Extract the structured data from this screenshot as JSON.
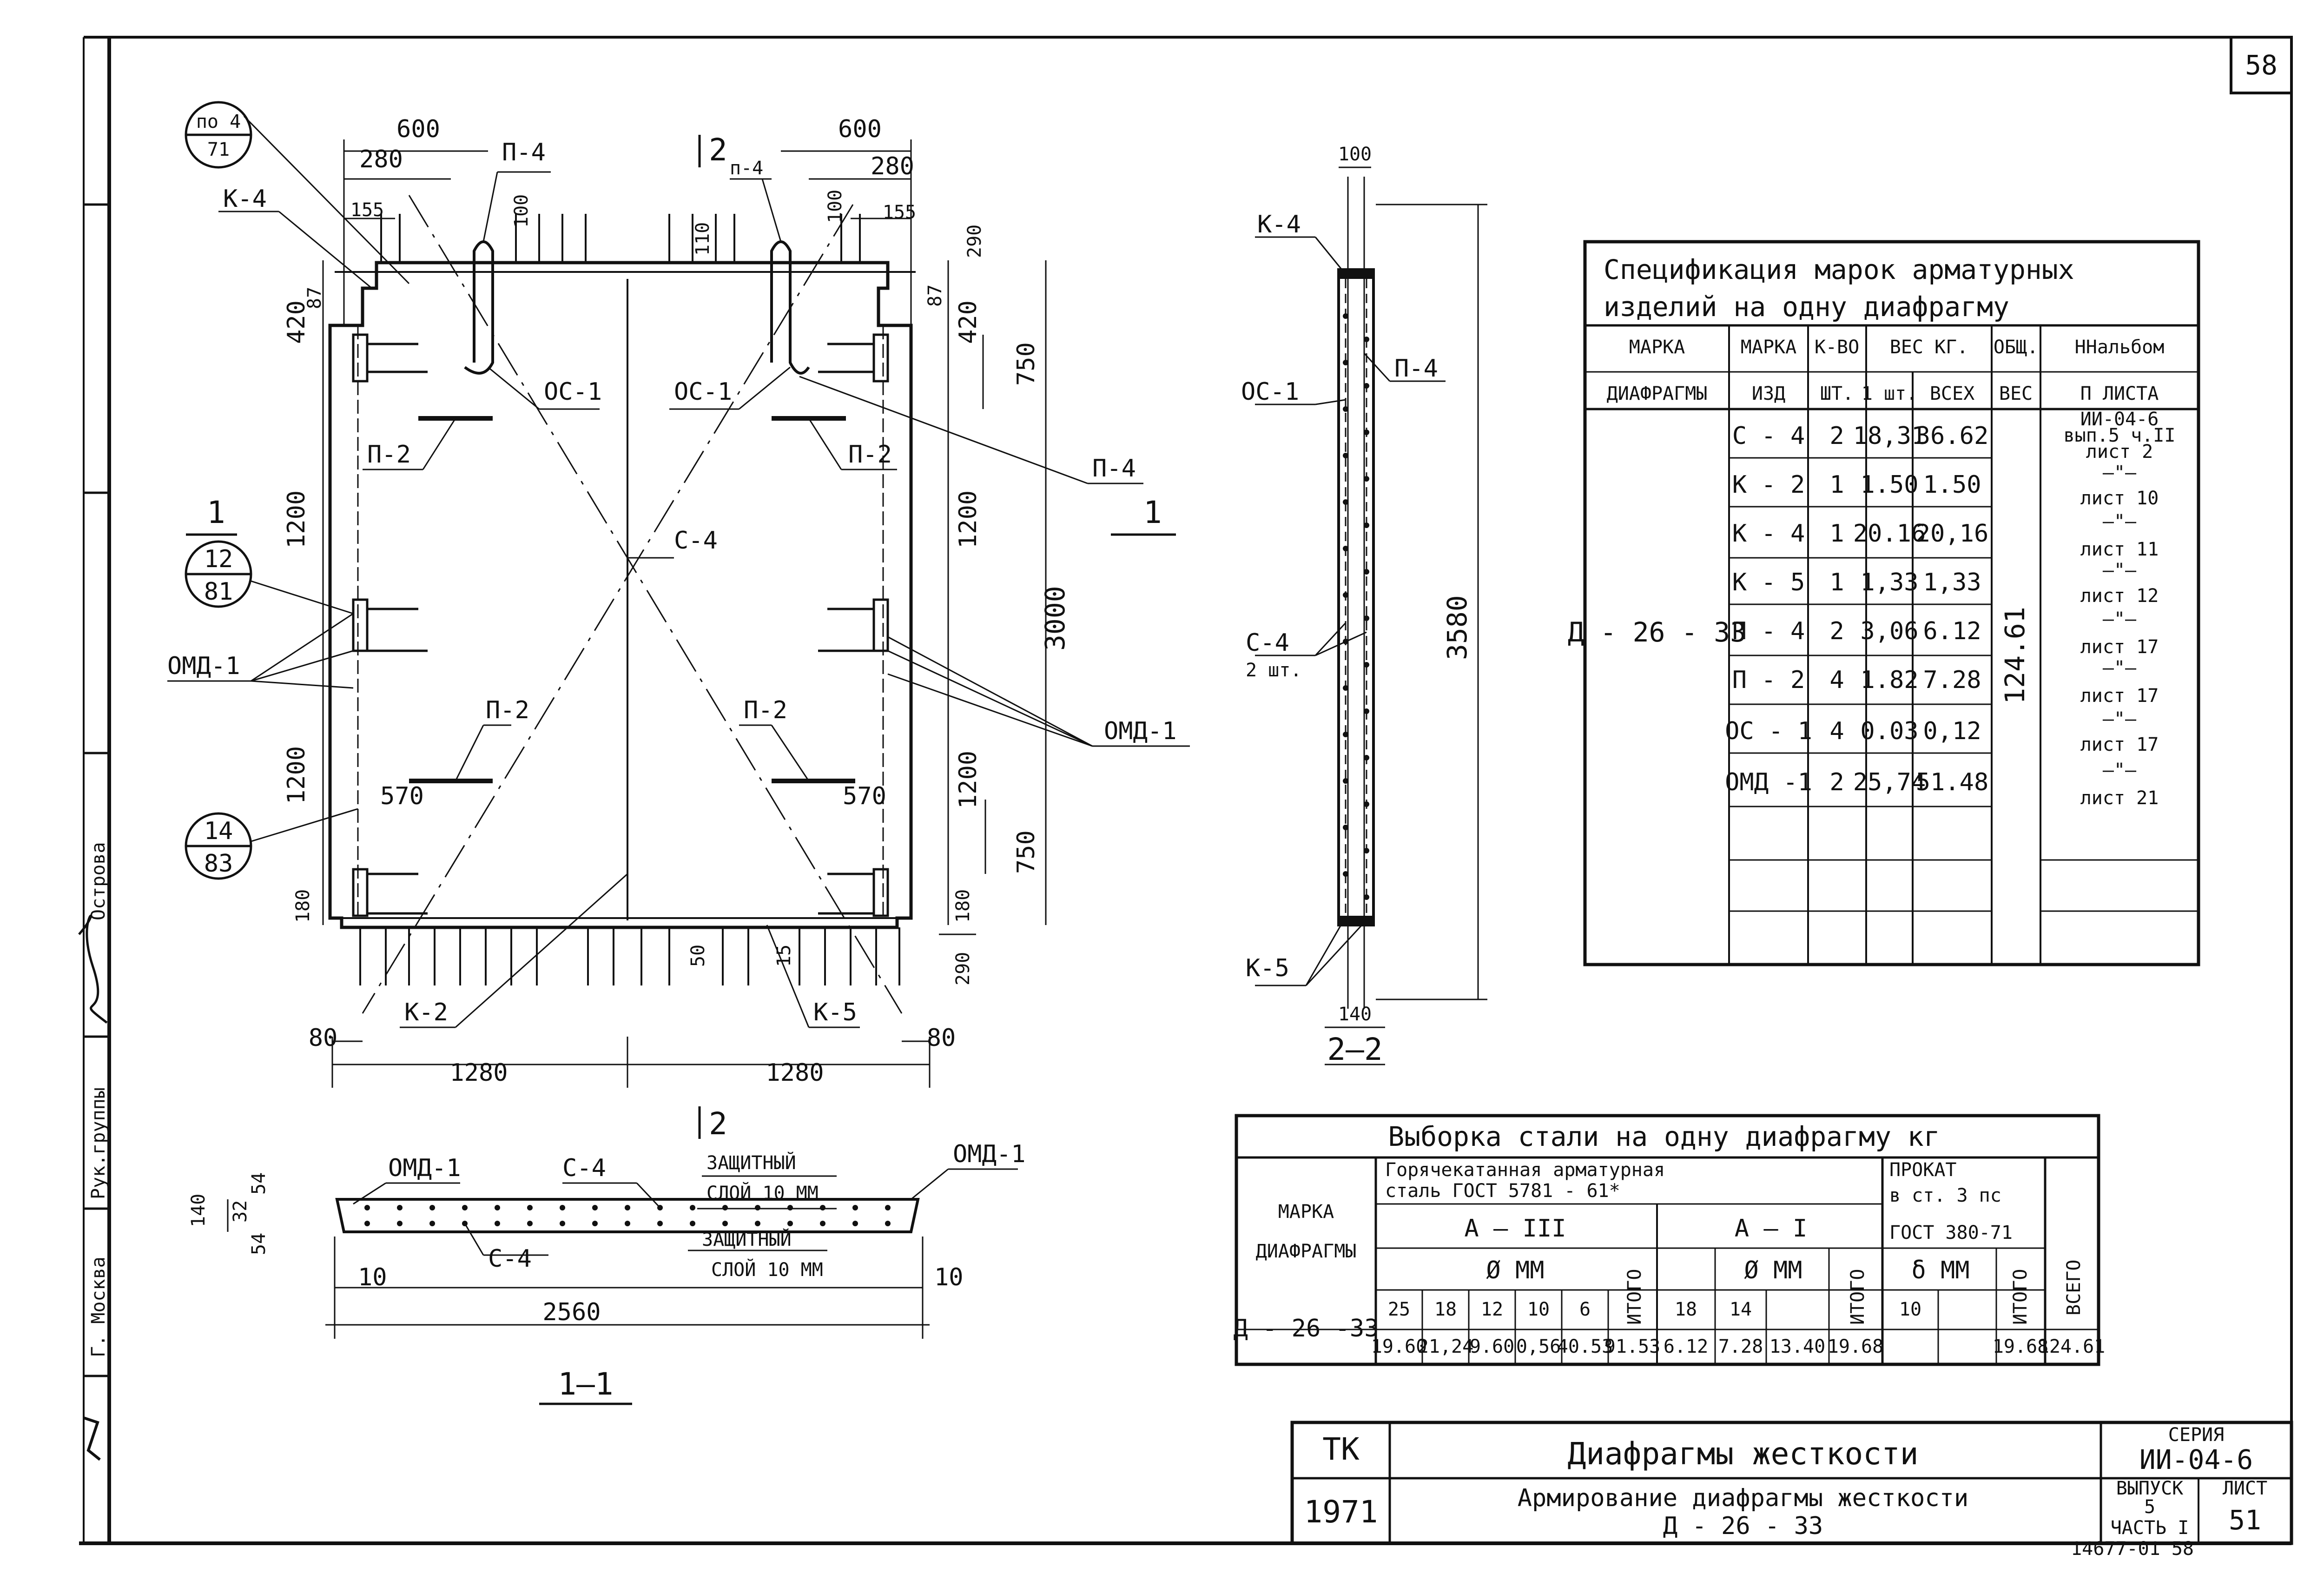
{
  "sheet_number": "58",
  "side_stamp": {
    "ostrova": "Острова",
    "ruk_gruppy": "Рук.группы",
    "moskva": "Г. Москва"
  },
  "plan": {
    "top_dims": [
      "600",
      "280",
      "155",
      "100",
      "600",
      "280",
      "155",
      "100"
    ],
    "left_dims": [
      "87",
      "420",
      "1200",
      "1200",
      "180"
    ],
    "right_dims": [
      "290",
      "87",
      "420",
      "750",
      "1200",
      "3000",
      "1200",
      "750",
      "180",
      "290"
    ],
    "inner_dims": [
      "110",
      "570",
      "570",
      "50",
      "15"
    ],
    "bottom_dims": [
      "80",
      "1280",
      "1280",
      "80"
    ],
    "section_2": "2",
    "section_1": "1",
    "callout_top": {
      "top": "по 4",
      "bottom": "71"
    },
    "callout_mid": {
      "top": "12",
      "bottom": "81"
    },
    "callout_bot": {
      "top": "14",
      "bottom": "83"
    },
    "labels": {
      "k4": "К-4",
      "p4": "П-4",
      "p4b": "п-4",
      "p4c": "П-4",
      "os1a": "ОС-1",
      "os1b": "ОС-1",
      "p2a": "П-2",
      "p2b": "П-2",
      "p2c": "П-2",
      "p2d": "П-2",
      "c4": "С-4",
      "omd1a": "ОМД-1",
      "omd1b": "ОМД-1",
      "k2": "К-2",
      "k5": "К-5"
    }
  },
  "section11": {
    "omd1_left": "ОМД-1",
    "omd1_right": "ОМД-1",
    "c4_top": "С-4",
    "c4_bottom": "С-4",
    "layer_top_1": "ЗАЩИТНЫЙ",
    "layer_top_2": "СЛОЙ 10 ММ",
    "layer_bot_1": "ЗАЩИТНЫЙ",
    "layer_bot_2": "СЛОЙ 10 ММ",
    "dims": [
      "140",
      "54",
      "32",
      "54",
      "10",
      "2560",
      "10"
    ],
    "title": "1—1"
  },
  "section22": {
    "dims": [
      "100",
      "3580",
      "140"
    ],
    "labels": {
      "k4": "К-4",
      "os1": "ОС-1",
      "p4": "П-4",
      "c4": "С-4",
      "c4_count": "2 шт.",
      "k5": "К-5"
    },
    "title": "2—2"
  },
  "spec_table": {
    "title_1": "Спецификация марок арматурных",
    "title_2": "изделий на одну диафрагму",
    "headers": {
      "mark_1": "МАРКА",
      "mark_2": "ДИАФРАГМЫ",
      "item_1": "МАРКА",
      "item_2": "ИЗД",
      "count_1": "К-ВО",
      "count_2": "ШТ.",
      "weight": "ВЕС  КГ.",
      "w_one": "1 шт.",
      "w_all": "ВСЕХ",
      "total_1": "ОБЩ.",
      "total_2": "ВЕС",
      "album_1": "ННальбом",
      "album_2": "П ЛИСТА"
    },
    "mark": "Д - 26 - 33",
    "total_weight": "124.61",
    "rows": [
      {
        "item": "С - 4",
        "count": "2",
        "w1": "18,31",
        "wall": "36.62",
        "ref1": "ИИ-04-6",
        "ref2": "вып.5 ч.II",
        "ref3": "лист 2"
      },
      {
        "item": "К - 2",
        "count": "1",
        "w1": "1.50",
        "wall": "1.50",
        "ref1": "—\"—",
        "ref2": "лист 10",
        "ref3": ""
      },
      {
        "item": "К - 4",
        "count": "1",
        "w1": "20.16",
        "wall": "20,16",
        "ref1": "—\"—",
        "ref2": "лист 11",
        "ref3": ""
      },
      {
        "item": "К - 5",
        "count": "1",
        "w1": "1,33",
        "wall": "1,33",
        "ref1": "—\"—",
        "ref2": "лист 12",
        "ref3": ""
      },
      {
        "item": "П - 4",
        "count": "2",
        "w1": "3,06",
        "wall": "6.12",
        "ref1": "—\"—",
        "ref2": "лист 17",
        "ref3": ""
      },
      {
        "item": "П - 2",
        "count": "4",
        "w1": "1.82",
        "wall": "7.28",
        "ref1": "—\"—",
        "ref2": "лист 17",
        "ref3": ""
      },
      {
        "item": "ОС - 1",
        "count": "4",
        "w1": "0.03",
        "wall": "0,12",
        "ref1": "—\"—",
        "ref2": "лист 17",
        "ref3": ""
      },
      {
        "item": "ОМД -1",
        "count": "2",
        "w1": "25,74",
        "wall": "51.48",
        "ref1": "—\"—",
        "ref2": "лист 21",
        "ref3": ""
      }
    ]
  },
  "steel_table": {
    "title": "Выборка стали на одну диафрагму кг",
    "mark_1": "МАРКА",
    "mark_2": "ДИАФРАГМЫ",
    "hot_1": "Горячекатанная арматурная",
    "hot_2": "сталь ГОСТ 5781 - 61*",
    "rolled_1": "ПРОКАТ",
    "rolled_2": "в ст. 3 пс",
    "rolled_3": "ГОСТ 380-71",
    "class_a3": "А — III",
    "class_a1": "А — I",
    "dia_a3": "Ø  ММ",
    "dia_a1": "Ø  ММ",
    "delta": "δ ММ",
    "itogo": "ИТОГО",
    "vsego": "ВСЕГО",
    "mark": "Д - 26 -33",
    "sizes": [
      "25",
      "18",
      "12",
      "10",
      "6",
      "18",
      "14",
      "10"
    ],
    "values": [
      "19.60",
      "21,24",
      "9.60",
      "0,56",
      "40.53",
      "91.53",
      "6.12",
      "7.28",
      "13.40",
      "19.68",
      "",
      "19.68",
      "124.61"
    ]
  },
  "title_block": {
    "org": "ТК",
    "year": "1971",
    "title": "Диафрагмы жесткости",
    "subtitle_1": "Армирование диафрагмы жесткости",
    "subtitle_2": "Д - 26 - 33",
    "series_label": "СЕРИЯ",
    "series_value": "ИИ-04-6",
    "issue_label": "ВЫПУСК",
    "issue_value": "5",
    "part_label": "ЧАСТЬ I",
    "sheet_label": "ЛИСТ",
    "sheet_value": "51"
  },
  "bottom_code": "14677-01 58"
}
